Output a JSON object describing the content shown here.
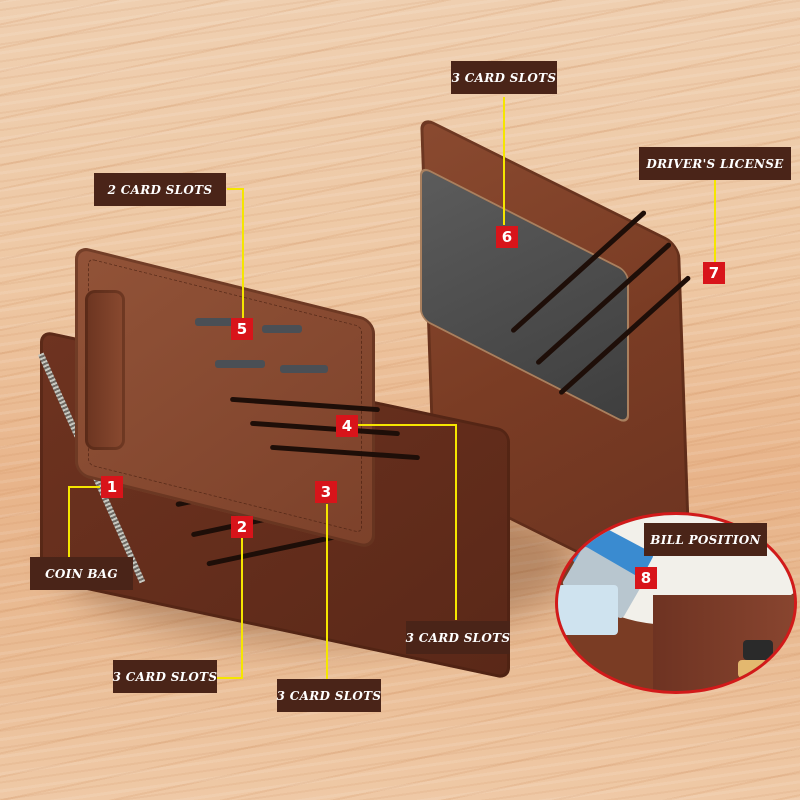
{
  "image": {
    "subject": "Brown leather trifold wallet with zipper coin pocket, open on a light wooden table",
    "background": "light wood grain",
    "colors": {
      "label_bg": "#4a2418",
      "label_text": "#ffffff",
      "marker_bg": "#d8141a",
      "leader_line": "#f5e600",
      "inset_border": "#d21a1a",
      "leather": "#7a3c24"
    }
  },
  "callouts": [
    {
      "number": "1",
      "label": "COIN BAG"
    },
    {
      "number": "2",
      "label": "3 CARD SLOTS"
    },
    {
      "number": "3",
      "label": "3 CARD SLOTS"
    },
    {
      "number": "4",
      "label": "3 CARD SLOTS"
    },
    {
      "number": "5",
      "label": "2 CARD SLOTS"
    },
    {
      "number": "6",
      "label": "3 CARD SLOTS"
    },
    {
      "number": "7",
      "label": "DRIVER'S LICENSE"
    },
    {
      "number": "8",
      "label": "BILL POSITION"
    }
  ]
}
